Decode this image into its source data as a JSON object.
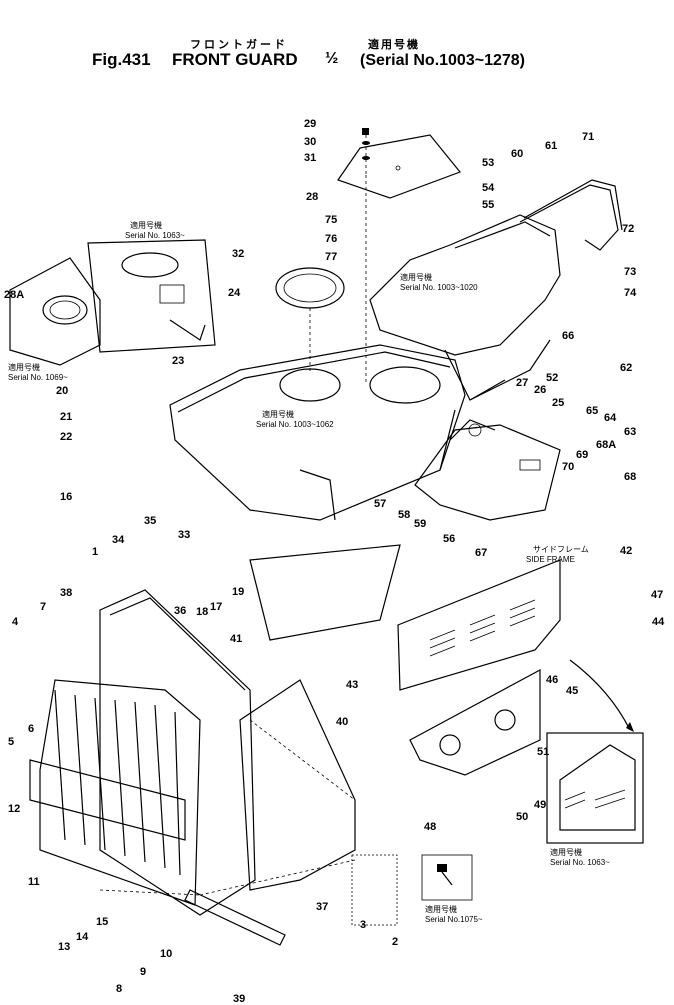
{
  "header": {
    "japanese_title": "フロントガード",
    "japanese_serial": "適用号機",
    "fig_label": "Fig.431",
    "title": "FRONT GUARD",
    "fraction": "½",
    "serial_range": "(Serial No.1003~1278)"
  },
  "notes": {
    "inset_left_top_jp": "適用号機",
    "inset_left_top": "Serial No. 1063~",
    "inset_left_bottom_jp": "適用号機",
    "inset_left_bottom": "Serial No. 1069~",
    "hood_rear_jp": "適用号機",
    "hood_rear": "Serial No. 1003~1020",
    "hood_jp": "適用号機",
    "hood": "Serial No. 1003~1062",
    "side_frame_jp": "サイドフレーム",
    "side_frame": "SIDE FRAME",
    "inset_bolt_jp": "適用号機",
    "inset_bolt": "Serial No.1075~",
    "inset_panel_jp": "適用号機",
    "inset_panel": "Serial No. 1063~"
  },
  "callouts": [
    "1",
    "2",
    "3",
    "4",
    "5",
    "6",
    "7",
    "8",
    "9",
    "10",
    "11",
    "12",
    "13",
    "14",
    "15",
    "16",
    "17",
    "18",
    "19",
    "20",
    "21",
    "22",
    "23",
    "24",
    "25",
    "26",
    "27",
    "28",
    "28A",
    "29",
    "30",
    "31",
    "32",
    "33",
    "34",
    "35",
    "36",
    "37",
    "38",
    "39",
    "40",
    "41",
    "42",
    "43",
    "44",
    "45",
    "46",
    "47",
    "48",
    "49",
    "50",
    "51",
    "52",
    "53",
    "54",
    "55",
    "56",
    "57",
    "58",
    "59",
    "60",
    "61",
    "62",
    "63",
    "64",
    "65",
    "66",
    "67",
    "68",
    "68A",
    "69",
    "70",
    "71",
    "72",
    "73",
    "74",
    "75",
    "76",
    "77"
  ]
}
